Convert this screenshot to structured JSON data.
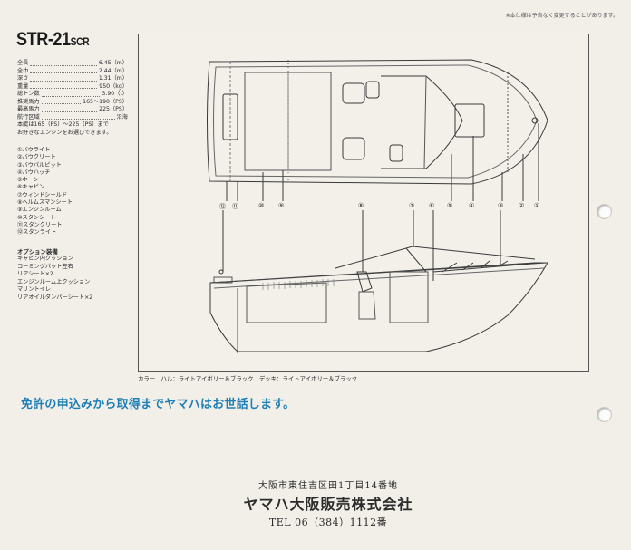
{
  "header": {
    "note": "※本仕様は予告なく変更することがあります。",
    "model_main": "STR-21",
    "model_suffix": "SCR"
  },
  "specs": [
    {
      "label": "全長",
      "value": "6.45（m）"
    },
    {
      "label": "全巾",
      "value": "2.44（m）"
    },
    {
      "label": "深さ",
      "value": "1.31（m）"
    },
    {
      "label": "重量",
      "value": "950（kg）"
    },
    {
      "label": "総トン数",
      "value": "3.90（t）"
    },
    {
      "label": "推奨馬力",
      "value": "165〜190（PS）"
    },
    {
      "label": "最高馬力",
      "value": "225（PS）"
    },
    {
      "label": "航行区域",
      "value": "沿海"
    }
  ],
  "spec_note": [
    "本艇は165（PS）〜225（PS）まで",
    "お好きなエンジンをお選びできます。"
  ],
  "parts": [
    "①バウライト",
    "②バウクリート",
    "③バウパルピット",
    "④バウハッチ",
    "⑤ホーン",
    "⑥キャビン",
    "⑦ウィンドシールド",
    "⑧ヘルムスマンシート",
    "⑨エンジンルーム",
    "⑩スタンシート",
    "⑪スタンクリート",
    "⑫スタンライト"
  ],
  "options": {
    "title": "オプション装備",
    "items": [
      "キャビン内クッション",
      "コーミングパット左右",
      "リアシート×2",
      "エンジンルーム上クッション",
      "マリントイレ",
      "リアオイルダンパーシート×2"
    ]
  },
  "diagram": {
    "top_callouts": [
      "⑫",
      "⑪",
      "⑩",
      "⑨",
      "⑤",
      "④",
      "③",
      "②",
      "①"
    ],
    "side_callouts": [
      "⑧",
      "⑦",
      "⑥"
    ]
  },
  "colors": {
    "line": "カラー　ハル：ライトアイボリー＆ブラック　デッキ：ライトアイボリー＆ブラック"
  },
  "slogan": "免許の申込みから取得までヤマハはお世話します。",
  "stamp": {
    "address": "大阪市東住吉区田1丁目14番地",
    "company": "ヤマハ大阪販売株式会社",
    "tel": "TEL 06（384）1112番"
  },
  "accent_color": "#1e7fb5"
}
